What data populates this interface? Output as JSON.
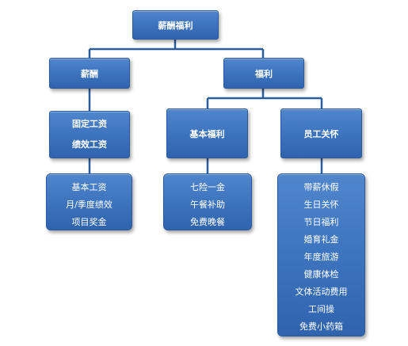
{
  "root": {
    "label": "薪酬福利"
  },
  "branches": {
    "salary": {
      "label": "薪酬",
      "group": {
        "lines": [
          "固定工资",
          "绩效工资"
        ]
      },
      "leaf": {
        "items": [
          "基本工资",
          "月/季度绩效",
          "项目奖金"
        ]
      }
    },
    "welfare": {
      "label": "福利",
      "basic": {
        "label": "基本福利",
        "leaf": {
          "items": [
            "七险一金",
            "午餐补助",
            "免费晚餐"
          ]
        }
      },
      "care": {
        "label": "员工关怀",
        "leaf": {
          "items": [
            "带薪休假",
            "生日关怀",
            "节日福利",
            "婚育礼金",
            "年度旅游",
            "健康体检",
            "文体活动费用",
            "工间操",
            "免费小药箱"
          ]
        }
      }
    }
  },
  "colors": {
    "box": "#3f76c0",
    "connector": "#2d5d9c",
    "text": "#ffffff"
  }
}
